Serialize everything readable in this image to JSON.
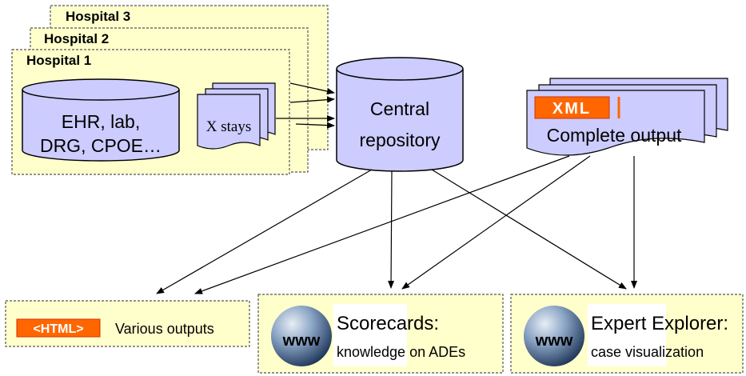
{
  "hospitals": [
    {
      "label": "Hospital 3"
    },
    {
      "label": "Hospital 2"
    },
    {
      "label": "Hospital 1"
    }
  ],
  "ehr_db": {
    "line1": "EHR, lab,",
    "line2": "DRG, CPOE…"
  },
  "stays_doc": {
    "label": "X stays"
  },
  "central_repo": {
    "line1": "Central",
    "line2": "repository"
  },
  "xml_output": {
    "badge": "XML",
    "label": "Complete output"
  },
  "outputs": {
    "various": {
      "badge": "<HTML>",
      "label": "Various outputs"
    },
    "scorecards": {
      "globe": "www",
      "title": "Scorecards:",
      "subtitle": "knowledge on ADEs"
    },
    "expert": {
      "globe": "www",
      "title": "Expert Explorer:",
      "subtitle": "case visualization"
    }
  },
  "colors": {
    "panel_fill": "#ffffcc",
    "db_fill": "#ccccff",
    "badge_orange": "#ff6600",
    "border": "#000000"
  }
}
